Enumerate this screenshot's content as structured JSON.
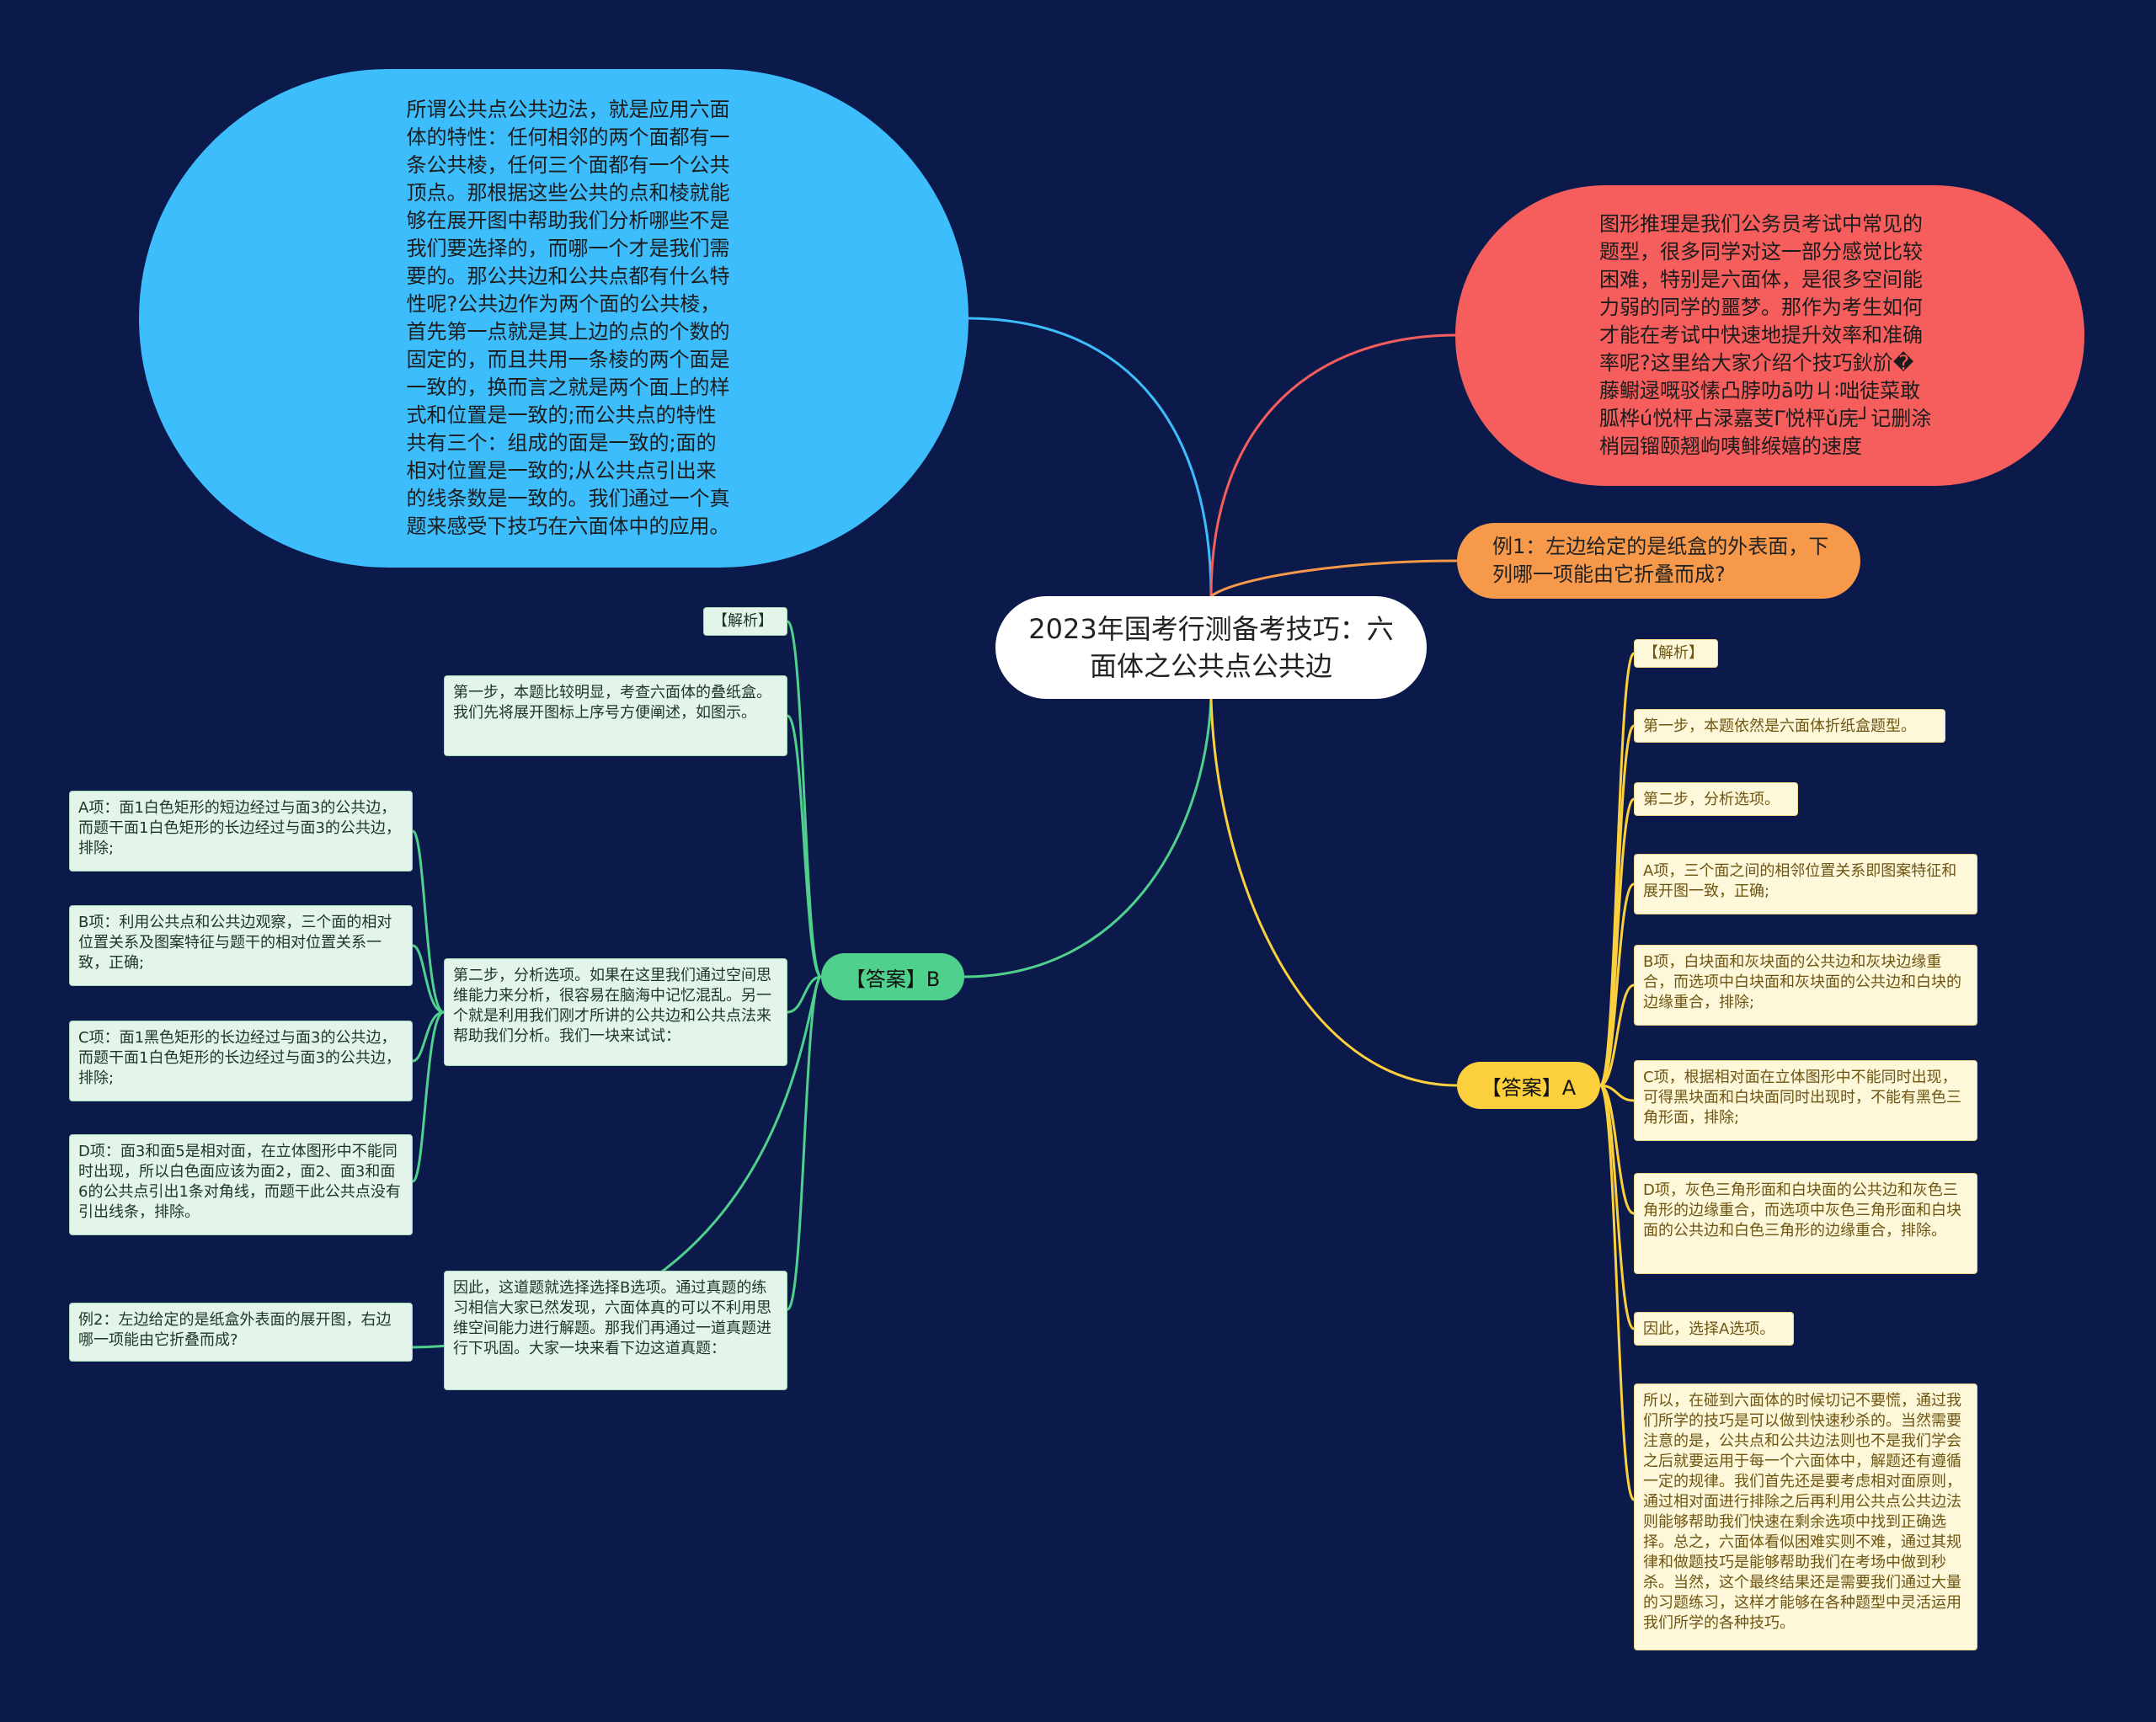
{
  "root": {
    "title": "2023年国考行测备考技巧：六面体之公共点公共边"
  },
  "intro_blue": "所谓公共点公共边法，就是应用六面体的特性：任何相邻的两个面都有一条公共棱，任何三个面都有一个公共顶点。那根据这些公共的点和棱就能够在展开图中帮助我们分析哪些不是我们要选择的，而哪一个才是我们需要的。那公共边和公共点都有什么特性呢?公共边作为两个面的公共棱，首先第一点就是其上边的点的个数的固定的，而且共用一条棱的两个面是一致的，换而言之就是两个面上的样式和位置是一致的;而公共点的特性共有三个：组成的面是一致的;面的相对位置是一致的;从公共点引出来的线条数是一致的。我们通过一个真题来感受下技巧在六面体中的应用。",
  "intro_red": "图形推理是我们公务员考试中常见的题型，很多同学对这一部分感觉比较困难，特别是六面体，是很多空间能力弱的同学的噩梦。那作为考生如何才能在考试中快速地提升效率和准确率呢?这里给大家介绍个技巧鈥斺�藤鳚逯嘅驳愫凸脖叻ā叻ㄐ∶咄徒菜敢胍桦ú悦枰占渌嘉芰Γ悦枰ǔ庑┘记删涂梢园镏颐翘岣咦鲱缑嬉的速度",
  "example1": "例1：左边给定的是纸盒的外表面，下列哪一项能由它折叠而成?",
  "answerB": {
    "label": "【答案】B",
    "analysis_tag": "【解析】",
    "step1": "第一步，本题比较明显，考查六面体的叠纸盒。我们先将展开图标上序号方便阐述，如图示。",
    "step2": "第二步，分析选项。如果在这里我们通过空间思维能力来分析，很容易在脑海中记忆混乱。另一个就是利用我们刚才所讲的公共边和公共点法来帮助我们分析。我们一块来试试：",
    "optA": "A项：面1白色矩形的短边经过与面3的公共边，而题干面1白色矩形的长边经过与面3的公共边，排除;",
    "optB": "B项：利用公共点和公共边观察，三个面的相对位置关系及图案特征与题干的相对位置关系一致，正确;",
    "optC": "C项：面1黑色矩形的长边经过与面3的公共边，而题干面1白色矩形的长边经过与面3的公共边，排除;",
    "optD": "D项：面3和面5是相对面，在立体图形中不能同时出现，所以白色面应该为面2，面2、面3和面6的公共点引出1条对角线，而题干此公共点没有引出线条，排除。",
    "conclusion": "因此，这道题就选择选择B选项。通过真题的练习相信大家已然发现，六面体真的可以不利用思维空间能力进行解题。那我们再通过一道真题进行下巩固。大家一块来看下边这道真题：",
    "example2": "例2：左边给定的是纸盒外表面的展开图，右边哪一项能由它折叠而成?"
  },
  "answerA": {
    "label": "【答案】A",
    "analysis_tag": "【解析】",
    "step1": "第一步，本题依然是六面体折纸盒题型。",
    "step2": "第二步，分析选项。",
    "optA": "A项，三个面之间的相邻位置关系即图案特征和展开图一致，正确;",
    "optB": "B项，白块面和灰块面的公共边和灰块边缘重合，而选项中白块面和灰块面的公共边和白块的边缘重合，排除;",
    "optC": "C项，根据相对面在立体图形中不能同时出现，可得黑块面和白块面同时出现时，不能有黑色三角形面，排除;",
    "optD": "D项，灰色三角形面和白块面的公共边和灰色三角形的边缘重合，而选项中灰色三角形面和白块面的公共边和白色三角形的边缘重合，排除。",
    "conclusion": "因此，选择A选项。",
    "summary": "所以，在碰到六面体的时候切记不要慌，通过我们所学的技巧是可以做到快速秒杀的。当然需要注意的是，公共点和公共边法则也不是我们学会之后就要运用于每一个六面体中，解题还有遵循一定的规律。我们首先还是要考虑相对面原则，通过相对面进行排除之后再利用公共点公共边法则能够帮助我们快速在剩余选项中找到正确选择。总之，六面体看似困难实则不难，通过其规律和做题技巧是能够帮助我们在考场中做到秒杀。当然，这个最终结果还是需要我们通过大量的习题练习，这样才能够在各种题型中灵活运用我们所学的各种技巧。"
  },
  "colors": {
    "background": "#0b1a4b",
    "blue": "#3dbdfc",
    "red": "#f55e5c",
    "orange": "#f7994b",
    "green": "#4fd08d",
    "yellow": "#fcd03c"
  }
}
